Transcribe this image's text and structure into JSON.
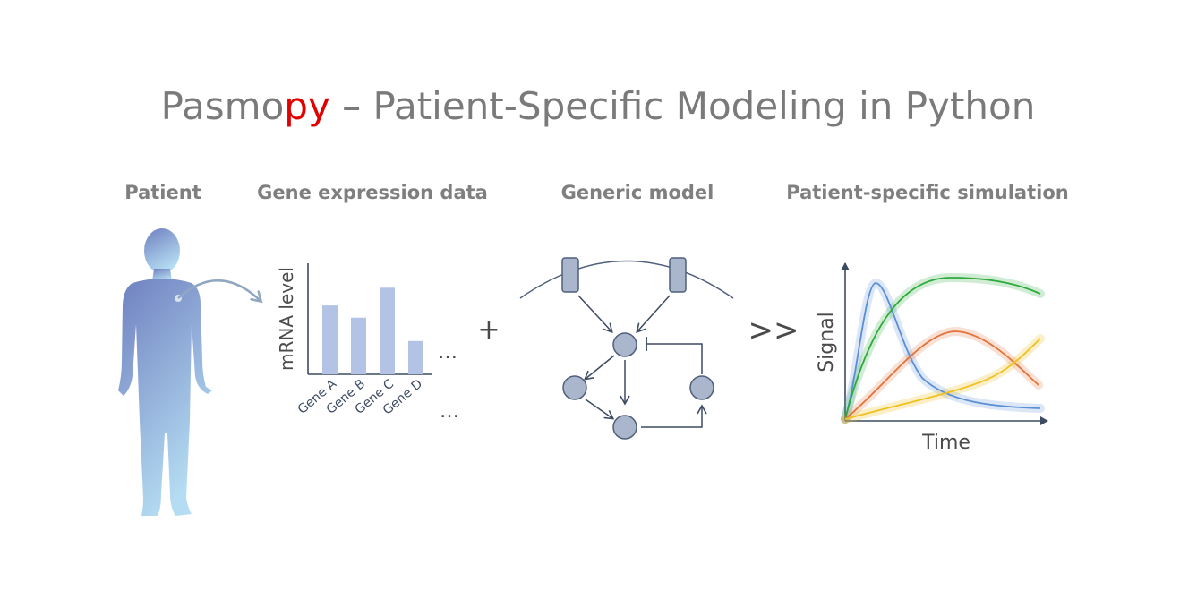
{
  "title": {
    "prefix": "Pasmo",
    "accent": "py",
    "suffix": " – Patient-Specific Modeling in Python"
  },
  "sections": [
    {
      "label": "Patient"
    },
    {
      "label": "Gene expression data"
    },
    {
      "label": "Generic model"
    },
    {
      "label": "Patient-specific simulation"
    }
  ],
  "gene_chart": {
    "ylabel": "mRNA level",
    "categories": [
      "Gene A",
      "Gene B",
      "Gene C",
      "Gene D"
    ],
    "values": [
      0.62,
      0.51,
      0.78,
      0.3
    ],
    "bar_color": "#b3c3e6",
    "ellipsis_bar": "…",
    "ellipsis_label": "…"
  },
  "operators": {
    "plus": "+",
    "chevrons": ">>"
  },
  "simulation": {
    "xlabel": "Time",
    "ylabel": "Signal",
    "series_colors": [
      "#5b8fd4",
      "#2eaa3c",
      "#e2733a",
      "#f0c020"
    ]
  },
  "colors": {
    "accent": "#e00000",
    "node_fill": "#a9b6cb",
    "node_stroke": "#4f5f7c",
    "edge": "#3d4a63",
    "figure_top": "#6f7fbf",
    "figure_bottom": "#b4dcf2"
  }
}
